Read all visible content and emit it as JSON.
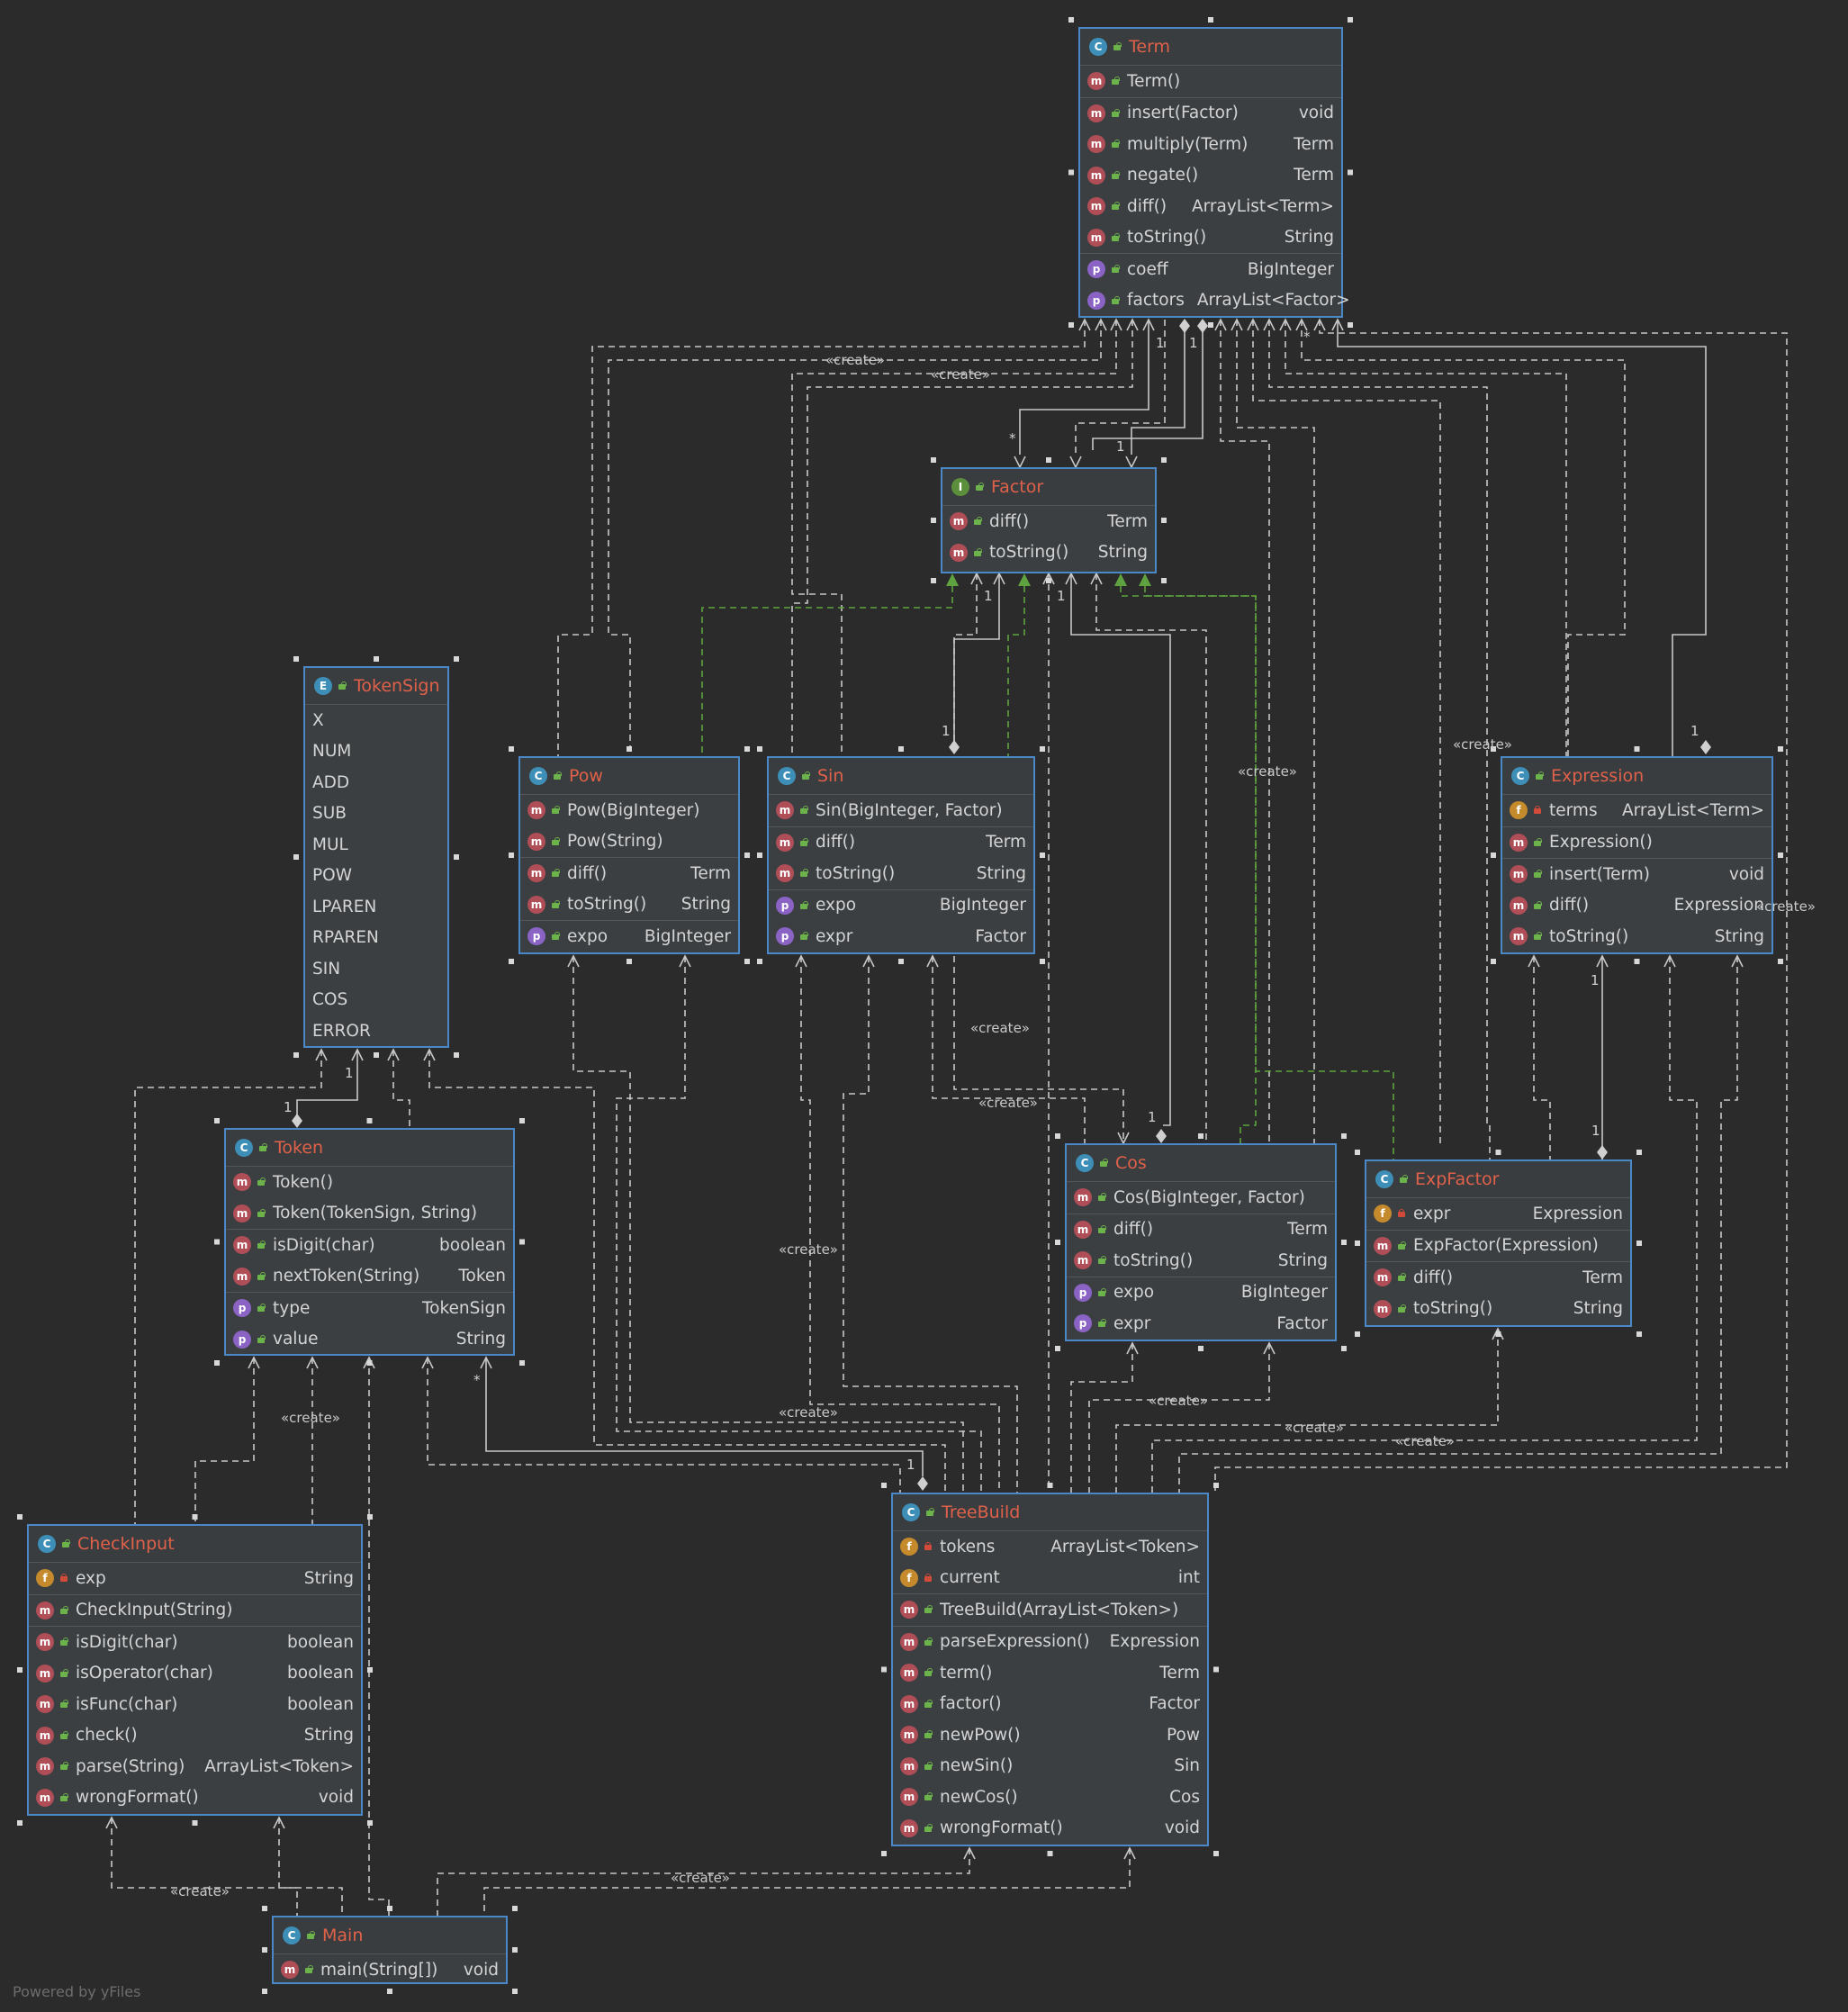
{
  "classes": {
    "term": {
      "name": "Term",
      "constructors": [
        {
          "name": "Term()",
          "type": ""
        }
      ],
      "methods": [
        {
          "name": "insert(Factor)",
          "type": "void"
        },
        {
          "name": "multiply(Term)",
          "type": "Term"
        },
        {
          "name": "negate()",
          "type": "Term"
        },
        {
          "name": "diff()",
          "type": "ArrayList<Term>"
        },
        {
          "name": "toString()",
          "type": "String"
        }
      ],
      "properties": [
        {
          "name": "coeff",
          "type": "BigInteger"
        },
        {
          "name": "factors",
          "type": "ArrayList<Factor>"
        }
      ]
    },
    "factor": {
      "name": "Factor",
      "methods": [
        {
          "name": "diff()",
          "type": "Term"
        },
        {
          "name": "toString()",
          "type": "String"
        }
      ]
    },
    "tokensign": {
      "name": "TokenSign",
      "values": [
        "X",
        "NUM",
        "ADD",
        "SUB",
        "MUL",
        "POW",
        "LPAREN",
        "RPAREN",
        "SIN",
        "COS",
        "ERROR"
      ]
    },
    "pow": {
      "name": "Pow",
      "constructors": [
        {
          "name": "Pow(BigInteger)",
          "type": ""
        },
        {
          "name": "Pow(String)",
          "type": ""
        }
      ],
      "methods": [
        {
          "name": "diff()",
          "type": "Term"
        },
        {
          "name": "toString()",
          "type": "String"
        }
      ],
      "properties": [
        {
          "name": "expo",
          "type": "BigInteger"
        }
      ]
    },
    "sin": {
      "name": "Sin",
      "constructors": [
        {
          "name": "Sin(BigInteger, Factor)",
          "type": ""
        }
      ],
      "methods": [
        {
          "name": "diff()",
          "type": "Term"
        },
        {
          "name": "toString()",
          "type": "String"
        }
      ],
      "properties": [
        {
          "name": "expo",
          "type": "BigInteger"
        },
        {
          "name": "expr",
          "type": "Factor"
        }
      ]
    },
    "expression": {
      "name": "Expression",
      "fields": [
        {
          "name": "terms",
          "type": "ArrayList<Term>"
        }
      ],
      "constructors": [
        {
          "name": "Expression()",
          "type": ""
        }
      ],
      "methods": [
        {
          "name": "insert(Term)",
          "type": "void"
        },
        {
          "name": "diff()",
          "type": "Expression"
        },
        {
          "name": "toString()",
          "type": "String"
        }
      ]
    },
    "token": {
      "name": "Token",
      "constructors": [
        {
          "name": "Token()",
          "type": ""
        },
        {
          "name": "Token(TokenSign, String)",
          "type": ""
        }
      ],
      "methods": [
        {
          "name": "isDigit(char)",
          "type": "boolean"
        },
        {
          "name": "nextToken(String)",
          "type": "Token"
        }
      ],
      "properties": [
        {
          "name": "type",
          "type": "TokenSign"
        },
        {
          "name": "value",
          "type": "String"
        }
      ]
    },
    "cos": {
      "name": "Cos",
      "constructors": [
        {
          "name": "Cos(BigInteger, Factor)",
          "type": ""
        }
      ],
      "methods": [
        {
          "name": "diff()",
          "type": "Term"
        },
        {
          "name": "toString()",
          "type": "String"
        }
      ],
      "properties": [
        {
          "name": "expo",
          "type": "BigInteger"
        },
        {
          "name": "expr",
          "type": "Factor"
        }
      ]
    },
    "expfactor": {
      "name": "ExpFactor",
      "fields": [
        {
          "name": "expr",
          "type": "Expression"
        }
      ],
      "constructors": [
        {
          "name": "ExpFactor(Expression)",
          "type": ""
        }
      ],
      "methods": [
        {
          "name": "diff()",
          "type": "Term"
        },
        {
          "name": "toString()",
          "type": "String"
        }
      ]
    },
    "checkinput": {
      "name": "CheckInput",
      "fields": [
        {
          "name": "exp",
          "type": "String"
        }
      ],
      "constructors": [
        {
          "name": "CheckInput(String)",
          "type": ""
        }
      ],
      "methods": [
        {
          "name": "isDigit(char)",
          "type": "boolean"
        },
        {
          "name": "isOperator(char)",
          "type": "boolean"
        },
        {
          "name": "isFunc(char)",
          "type": "boolean"
        },
        {
          "name": "check()",
          "type": "String"
        },
        {
          "name": "parse(String)",
          "type": "ArrayList<Token>"
        },
        {
          "name": "wrongFormat()",
          "type": "void"
        }
      ]
    },
    "treebuild": {
      "name": "TreeBuild",
      "fields": [
        {
          "name": "tokens",
          "type": "ArrayList<Token>"
        },
        {
          "name": "current",
          "type": "int"
        }
      ],
      "constructors": [
        {
          "name": "TreeBuild(ArrayList<Token>)",
          "type": ""
        }
      ],
      "methods": [
        {
          "name": "parseExpression()",
          "type": "Expression"
        },
        {
          "name": "term()",
          "type": "Term"
        },
        {
          "name": "factor()",
          "type": "Factor"
        },
        {
          "name": "newPow()",
          "type": "Pow"
        },
        {
          "name": "newSin()",
          "type": "Sin"
        },
        {
          "name": "newCos()",
          "type": "Cos"
        },
        {
          "name": "wrongFormat()",
          "type": "void"
        }
      ]
    },
    "main": {
      "name": "Main",
      "methods": [
        {
          "name": "main(String[])",
          "type": "void"
        }
      ]
    }
  },
  "labels": {
    "create": "«create»",
    "one": "1",
    "many": "*"
  },
  "footer": "Powered by yFiles",
  "colors": {
    "background": "#2b2b2b",
    "box": "#3b3f42",
    "border": "#4a88c7",
    "title": "#e0614a",
    "line": "#c8c8c8",
    "impl": "#5ea33f"
  }
}
